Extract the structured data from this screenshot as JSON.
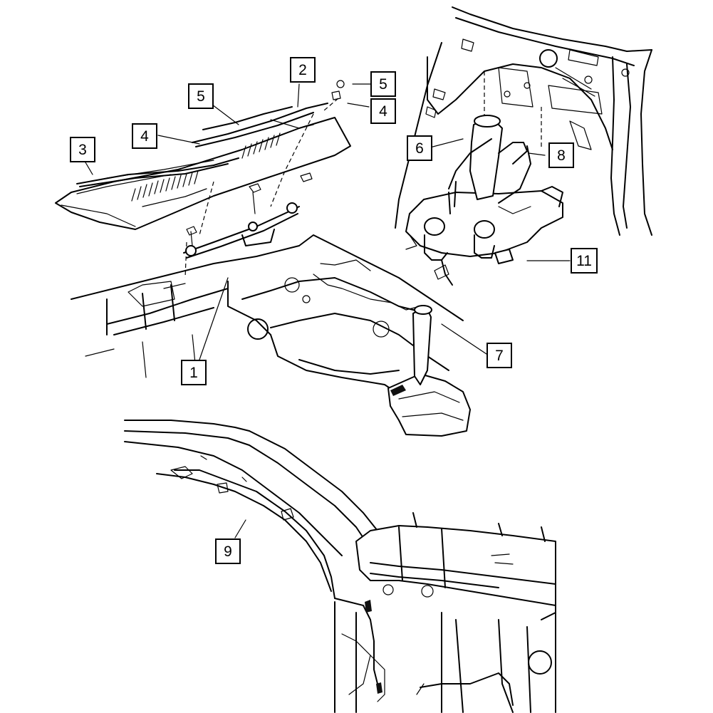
{
  "callouts": {
    "c1": "1",
    "c2": "2",
    "c3": "3",
    "c4a": "4",
    "c4b": "4",
    "c5a": "5",
    "c5b": "5",
    "c6": "6",
    "c7": "7",
    "c8": "8",
    "c9": "9",
    "c11": "11"
  }
}
